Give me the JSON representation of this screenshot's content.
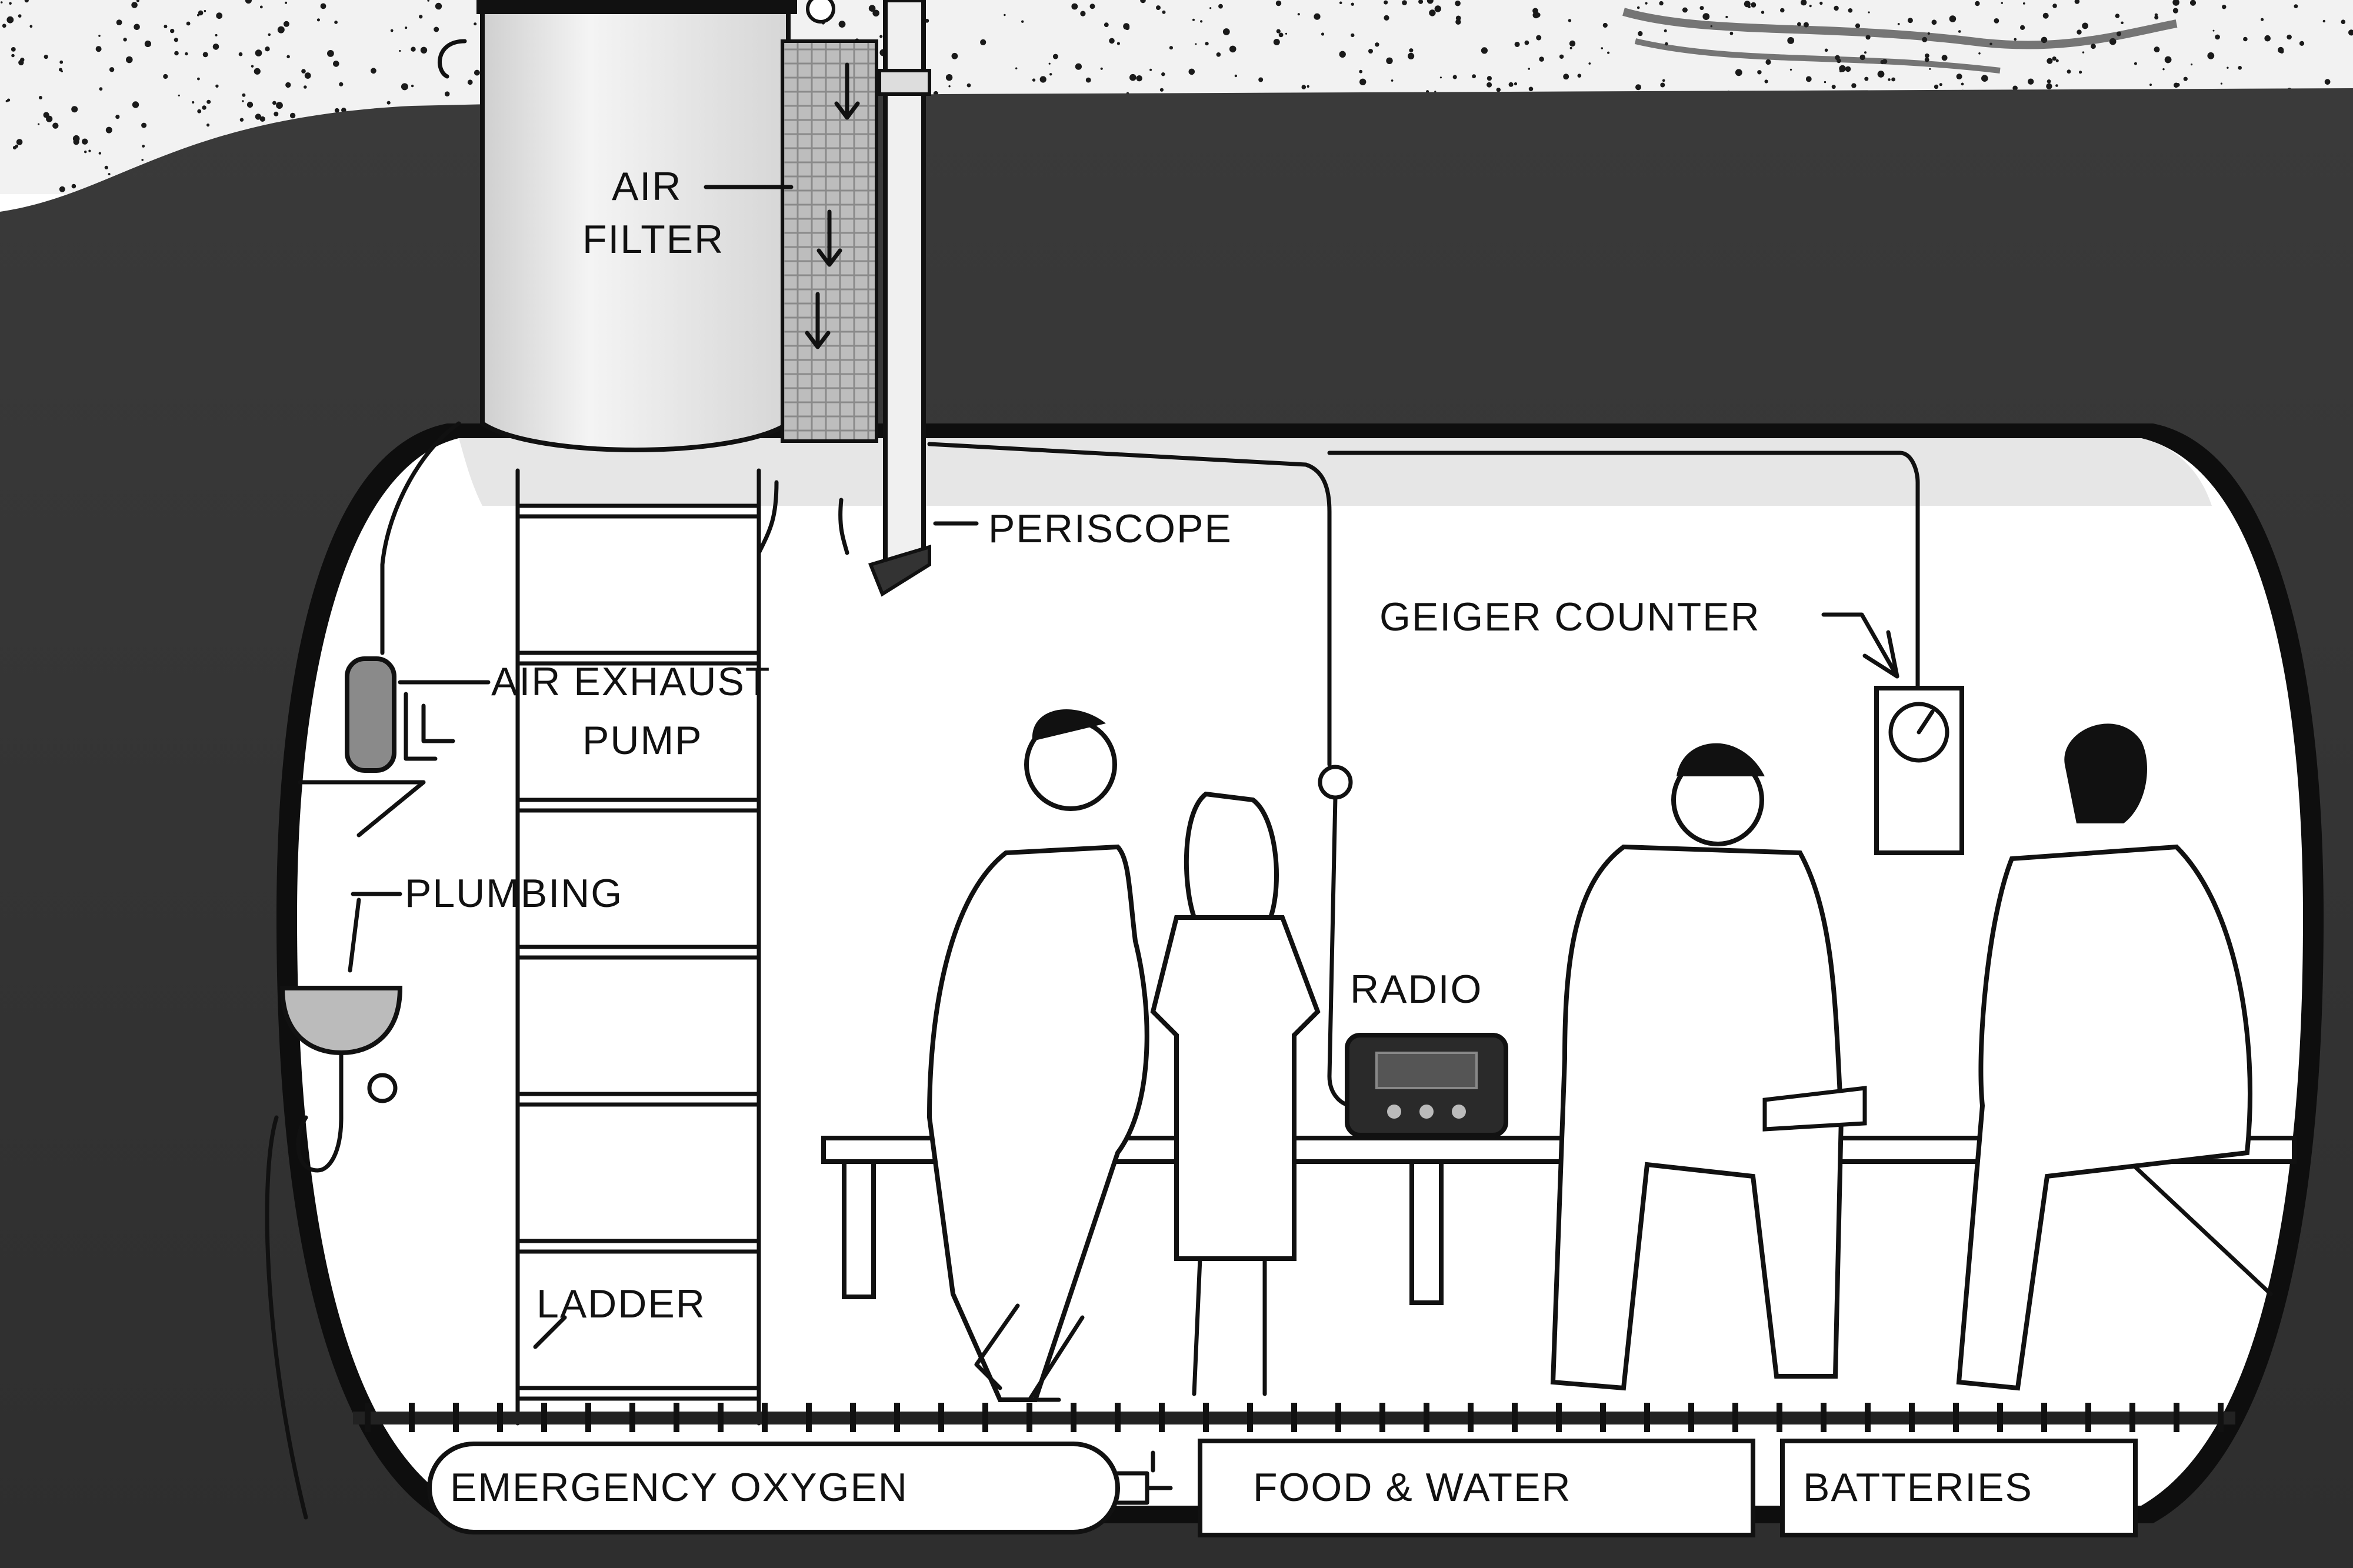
{
  "diagram": {
    "colors": {
      "earth": "#3d3d3d",
      "earth_dark": "#2a2a2a",
      "soil_speckle": "#1a1a1a",
      "interior": "#ffffff",
      "line": "#111111"
    },
    "labels": {
      "air_filter_line1": "AIR",
      "air_filter_line2": "FILTER",
      "periscope": "PERISCOPE",
      "air_exhaust_line1": "AIR EXHAUST",
      "air_exhaust_line2": "PUMP",
      "plumbing": "PLUMBING",
      "geiger_counter": "GEIGER COUNTER",
      "radio": "RADIO",
      "ladder": "LADDER",
      "emergency_oxygen": "EMERGENCY OXYGEN",
      "food_water": "FOOD & WATER",
      "batteries": "BATTERIES"
    }
  }
}
